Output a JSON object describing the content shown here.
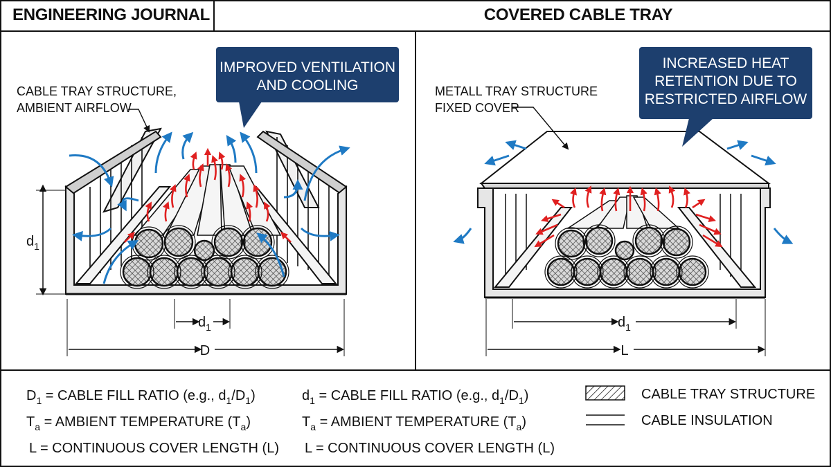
{
  "header": {
    "left_title": "ENGINEERING JOURNAL",
    "right_title": "COVERED CABLE TRAY"
  },
  "left_panel": {
    "callout_line1": "IMPROVED VENTILATION",
    "callout_line2": "AND COOLING",
    "label_line1": "CABLE TRAY STRUCTURE,",
    "label_line2": "AMBIENT AIRFLOW",
    "dim_height": "d",
    "dim_height_sub": "1",
    "dim_inner": "d",
    "dim_inner_sub": "1",
    "dim_width": "D"
  },
  "right_panel": {
    "callout_line1": "INCREASED HEAT",
    "callout_line2": "RETENTION DUE TO",
    "callout_line3": "RESTRICTED AIRFLOW",
    "label_line1": "METALL TRAY STRUCTURE",
    "label_line2": "FIXED COVER",
    "dim_inner": "d",
    "dim_inner_sub": "1",
    "dim_length": "L"
  },
  "legend": {
    "col1": [
      {
        "sym": "D",
        "sub": "1",
        "text": " = CABLE FILL RATIO (e.g., d",
        "s1": "1",
        "mid": "/D",
        "s2": "1",
        "end": ")"
      },
      {
        "sym": "T",
        "sub": "a",
        "text": " = AMBIENT TEMPERATURE (T",
        "s1": "a",
        "mid": "",
        "s2": "",
        "end": ")"
      },
      {
        "sym": "L",
        "sub": "",
        "text": "  =  CONTINUOUS COVER LENGTH (L)",
        "s1": "",
        "mid": "",
        "s2": "",
        "end": ""
      }
    ],
    "col2": [
      {
        "sym": "d",
        "sub": "1",
        "text": " = CABLE FILL RATIO (e.g., d",
        "s1": "1",
        "mid": "/D",
        "s2": "1",
        "end": ")"
      },
      {
        "sym": "T",
        "sub": "a",
        "text": " = AMBIENT TEMPERATURE (T",
        "s1": "a",
        "mid": "",
        "s2": "",
        "end": ")"
      },
      {
        "sym": "L",
        "sub": "",
        "text": "  =  CONTINUOUS COVER LENGTH (L)",
        "s1": "",
        "mid": "",
        "s2": "",
        "end": ""
      }
    ],
    "key_structure": "CABLE TRAY STRUCTURE",
    "key_insulation": "CABLE INSULATION"
  },
  "colors": {
    "callout_bg": "#1d3f6e",
    "cool_air": "#1f7ac4",
    "heat": "#e02020",
    "line": "#111111"
  }
}
